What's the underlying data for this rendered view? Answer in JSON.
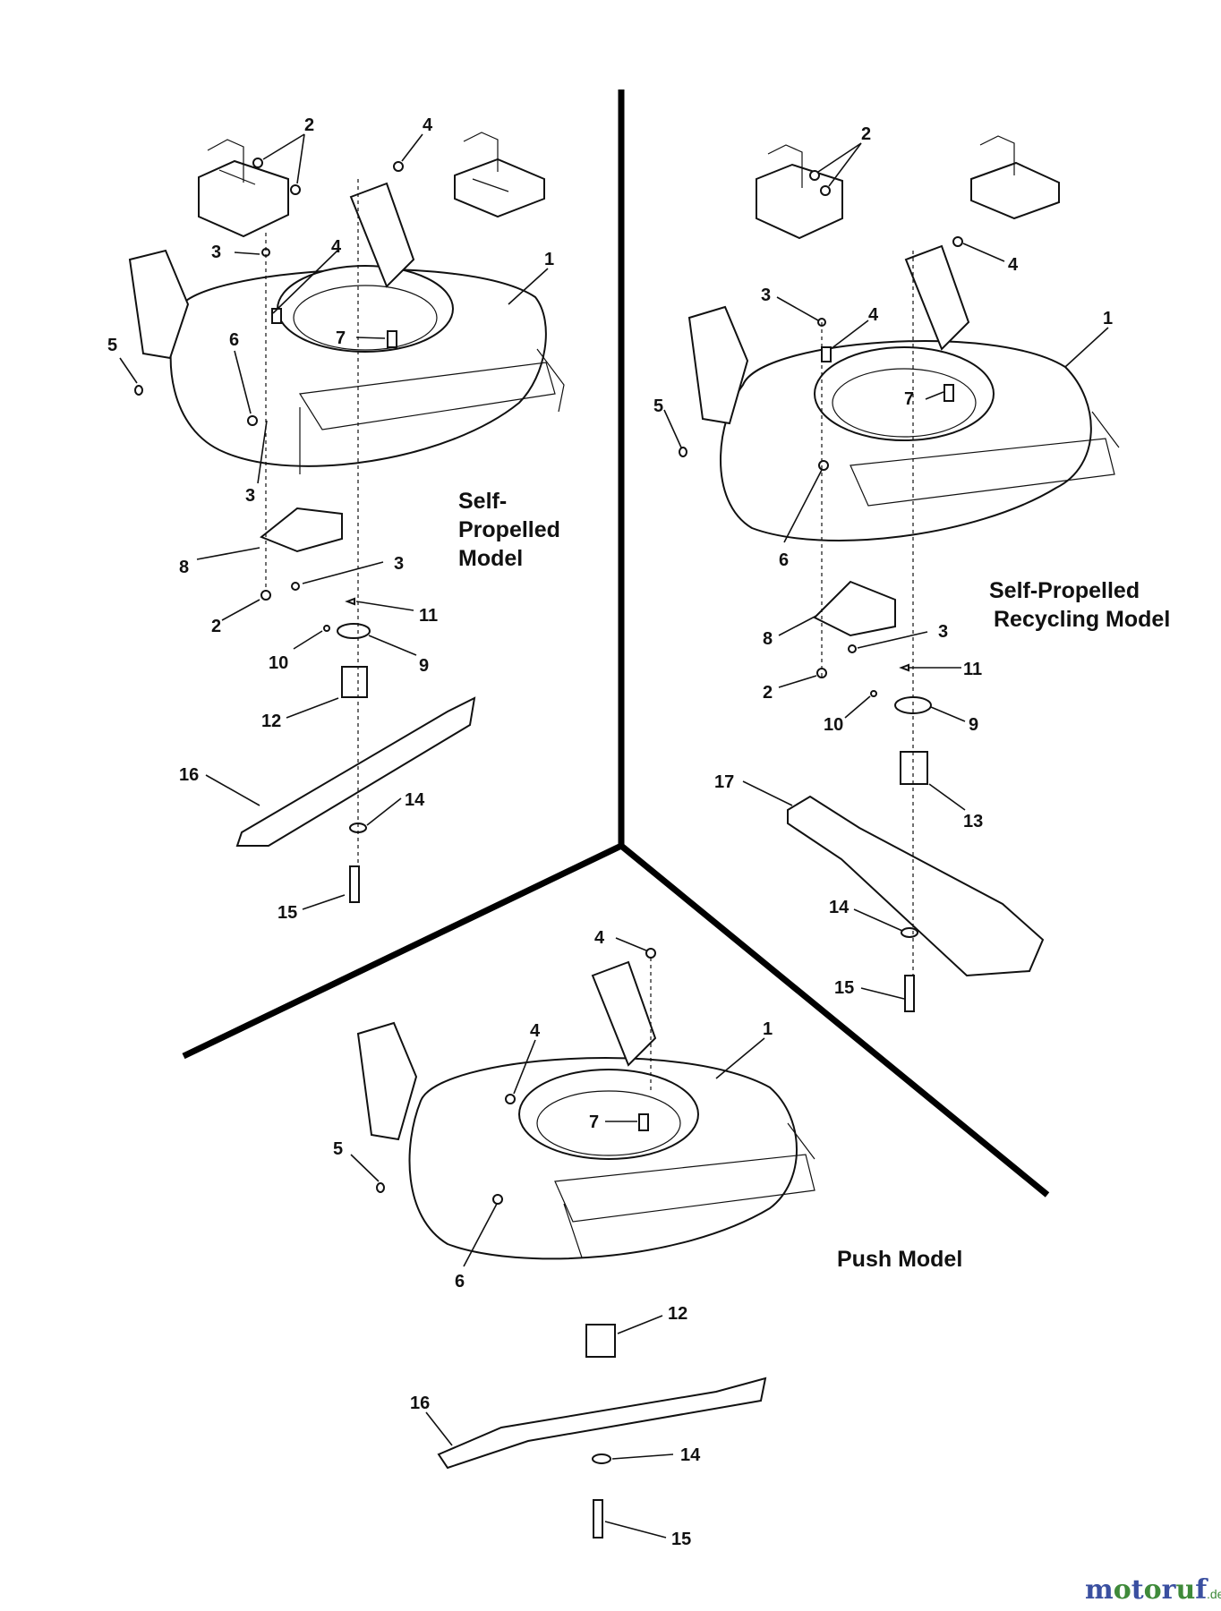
{
  "models": {
    "self_propelled": [
      "Self-",
      "Propelled",
      "Model"
    ],
    "recycling": [
      "Self-Propelled",
      "Recycling Model"
    ],
    "push": "Push Model"
  },
  "watermark": {
    "brand": "motoruf",
    "suffix": ".de",
    "colors": [
      "#3a4fa0",
      "#3f8a3a"
    ]
  },
  "callouts": {
    "a": [
      "2",
      "4",
      "3",
      "4",
      "1",
      "7",
      "5",
      "6",
      "3",
      "8",
      "3",
      "11",
      "2",
      "10",
      "9",
      "12",
      "16",
      "14",
      "15"
    ],
    "b": [
      "2",
      "4",
      "3",
      "4",
      "1",
      "7",
      "5",
      "6",
      "8",
      "3",
      "11",
      "2",
      "10",
      "9",
      "17",
      "13",
      "14",
      "15"
    ],
    "c": [
      "4",
      "4",
      "1",
      "7",
      "5",
      "6",
      "12",
      "16",
      "14",
      "15"
    ]
  }
}
